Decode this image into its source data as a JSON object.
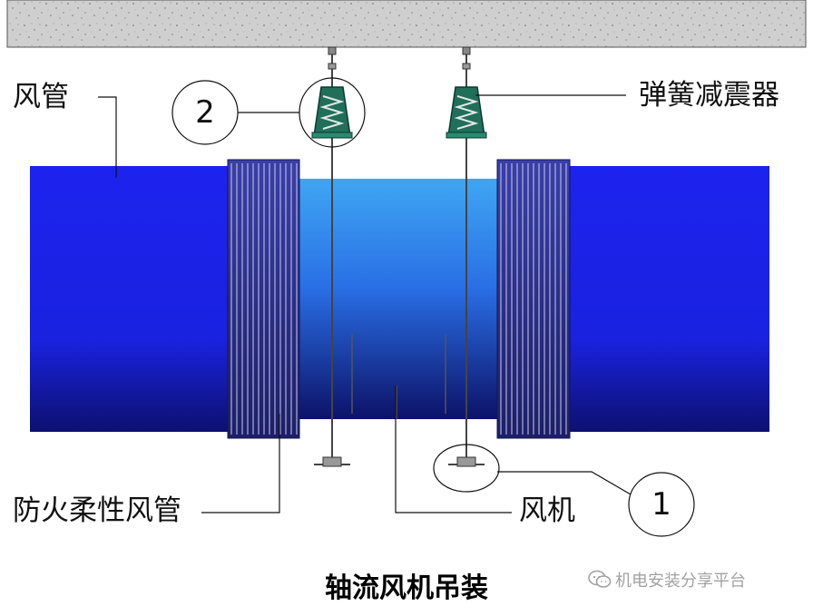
{
  "labels": {
    "duct": "风管",
    "spring_isolator": "弹簧减震器",
    "flexible_duct": "防火柔性风管",
    "fan": "风机"
  },
  "callouts": {
    "detail_2": "2",
    "detail_1": "1"
  },
  "caption": "轴流风机吊装",
  "watermark": "机电安装分享平台",
  "icons": {
    "watermark": "wechat-icon"
  },
  "colors": {
    "duct_blue": "#1d23e8",
    "fan_light_blue": "#2c8fee",
    "flex_duct_navy": "#2a2f8c",
    "isolator_green": "#1f6f5a",
    "ceiling_gray": "#c9c9c9"
  }
}
